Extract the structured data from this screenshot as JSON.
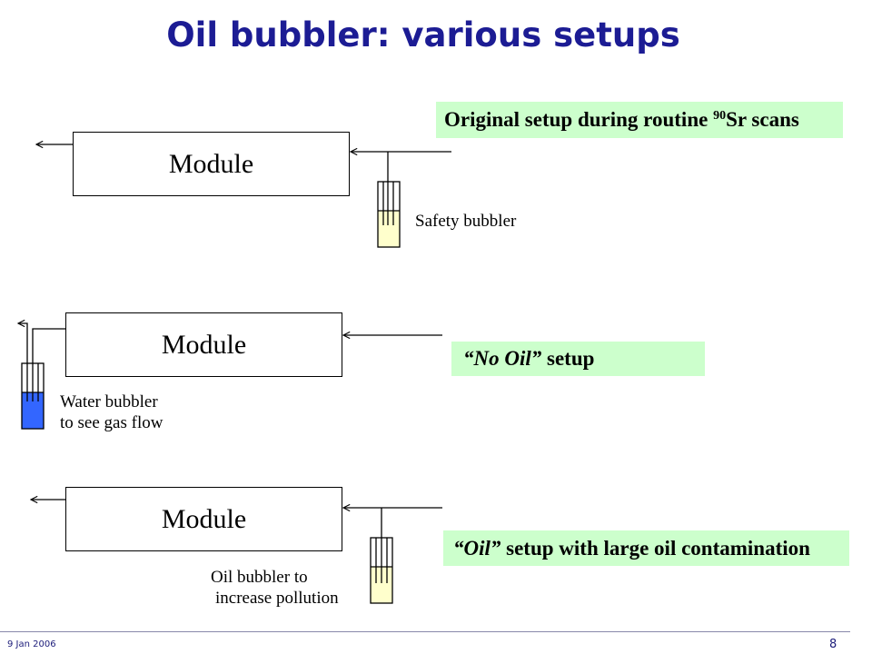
{
  "slide": {
    "title": "Oil bubbler: various setups"
  },
  "setups": [
    {
      "module_label": "Module",
      "caption": {
        "before": "Original setup during routine ",
        "superscript": "90",
        "after": "Sr scans"
      },
      "bubbler": {
        "label_lines": [
          "Safety bubbler"
        ]
      }
    },
    {
      "module_label": "Module",
      "caption": {
        "italic": "“No Oil”",
        "after": " setup"
      },
      "bubbler": {
        "label_lines": [
          "Water bubbler",
          "to see gas flow"
        ]
      }
    },
    {
      "module_label": "Module",
      "caption": {
        "italic": "“Oil”",
        "after": " setup with large oil contamination"
      },
      "bubbler": {
        "label_lines": [
          "Oil bubbler to",
          "increase pollution"
        ]
      }
    }
  ],
  "footer": {
    "date": "9 Jan 2006",
    "page_number": "8"
  },
  "colors": {
    "title": "#1c1c94",
    "caption_background": "#ccffcc",
    "oil_liquid": "#ffffcc",
    "water_liquid": "#3366ff",
    "footer_text": "#1c1c7a",
    "footer_rule": "#8888aa"
  }
}
